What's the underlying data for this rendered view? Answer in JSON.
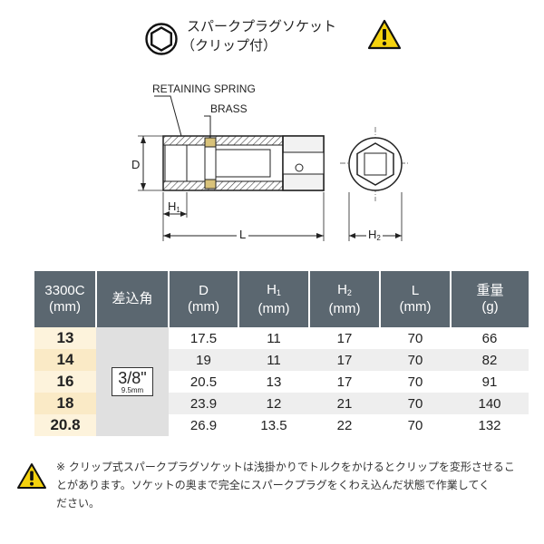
{
  "header": {
    "title_line1": "スパークプラグソケット",
    "title_line2": "（クリップ付）",
    "hex_icon": "hexagon-icon",
    "warning_icon": "warning-icon"
  },
  "drawing": {
    "retaining_spring": "RETAINING SPRING",
    "brass": "BRASS",
    "d": "D",
    "h1": "H",
    "h1_sub": "1",
    "h2": "H",
    "h2_sub": "2",
    "l": "L"
  },
  "table": {
    "headers": [
      {
        "line1": "3300C",
        "line2": "(mm)"
      },
      {
        "line1": "差込角",
        "line2": ""
      },
      {
        "line1": "D",
        "line2": "(mm)"
      },
      {
        "line1": "H",
        "sub": "1",
        "line2": "(mm)"
      },
      {
        "line1": "H",
        "sub": "2",
        "line2": "(mm)"
      },
      {
        "line1": "L",
        "line2": "(mm)"
      },
      {
        "line1": "重量",
        "line2": "(g)"
      }
    ],
    "drive": {
      "main": "3/8\"",
      "sub": "9.5mm"
    },
    "rows": [
      {
        "size": "13",
        "d": "17.5",
        "h1": "11",
        "h2": "17",
        "l": "70",
        "weight": "66"
      },
      {
        "size": "14",
        "d": "19",
        "h1": "11",
        "h2": "17",
        "l": "70",
        "weight": "82"
      },
      {
        "size": "16",
        "d": "20.5",
        "h1": "13",
        "h2": "17",
        "l": "70",
        "weight": "91"
      },
      {
        "size": "18",
        "d": "23.9",
        "h1": "12",
        "h2": "21",
        "l": "70",
        "weight": "140"
      },
      {
        "size": "20.8",
        "d": "26.9",
        "h1": "13.5",
        "h2": "22",
        "l": "70",
        "weight": "132"
      }
    ]
  },
  "note": {
    "line1": "※ クリップ式スパークプラグソケットは浅掛かりでトルクをかけるとクリップを変形させるこ",
    "line2": "とがあります。ソケットの奥まで完全にスパークプラグをくわえ込んだ状態で作業してく",
    "line3": "ださい。"
  },
  "colors": {
    "header_bg": "#5b6770",
    "size_cell_light": "#fdf3dc",
    "size_cell_dark": "#faeac6",
    "warning_yellow": "#f4d20e",
    "brass": "#d8c27a"
  }
}
